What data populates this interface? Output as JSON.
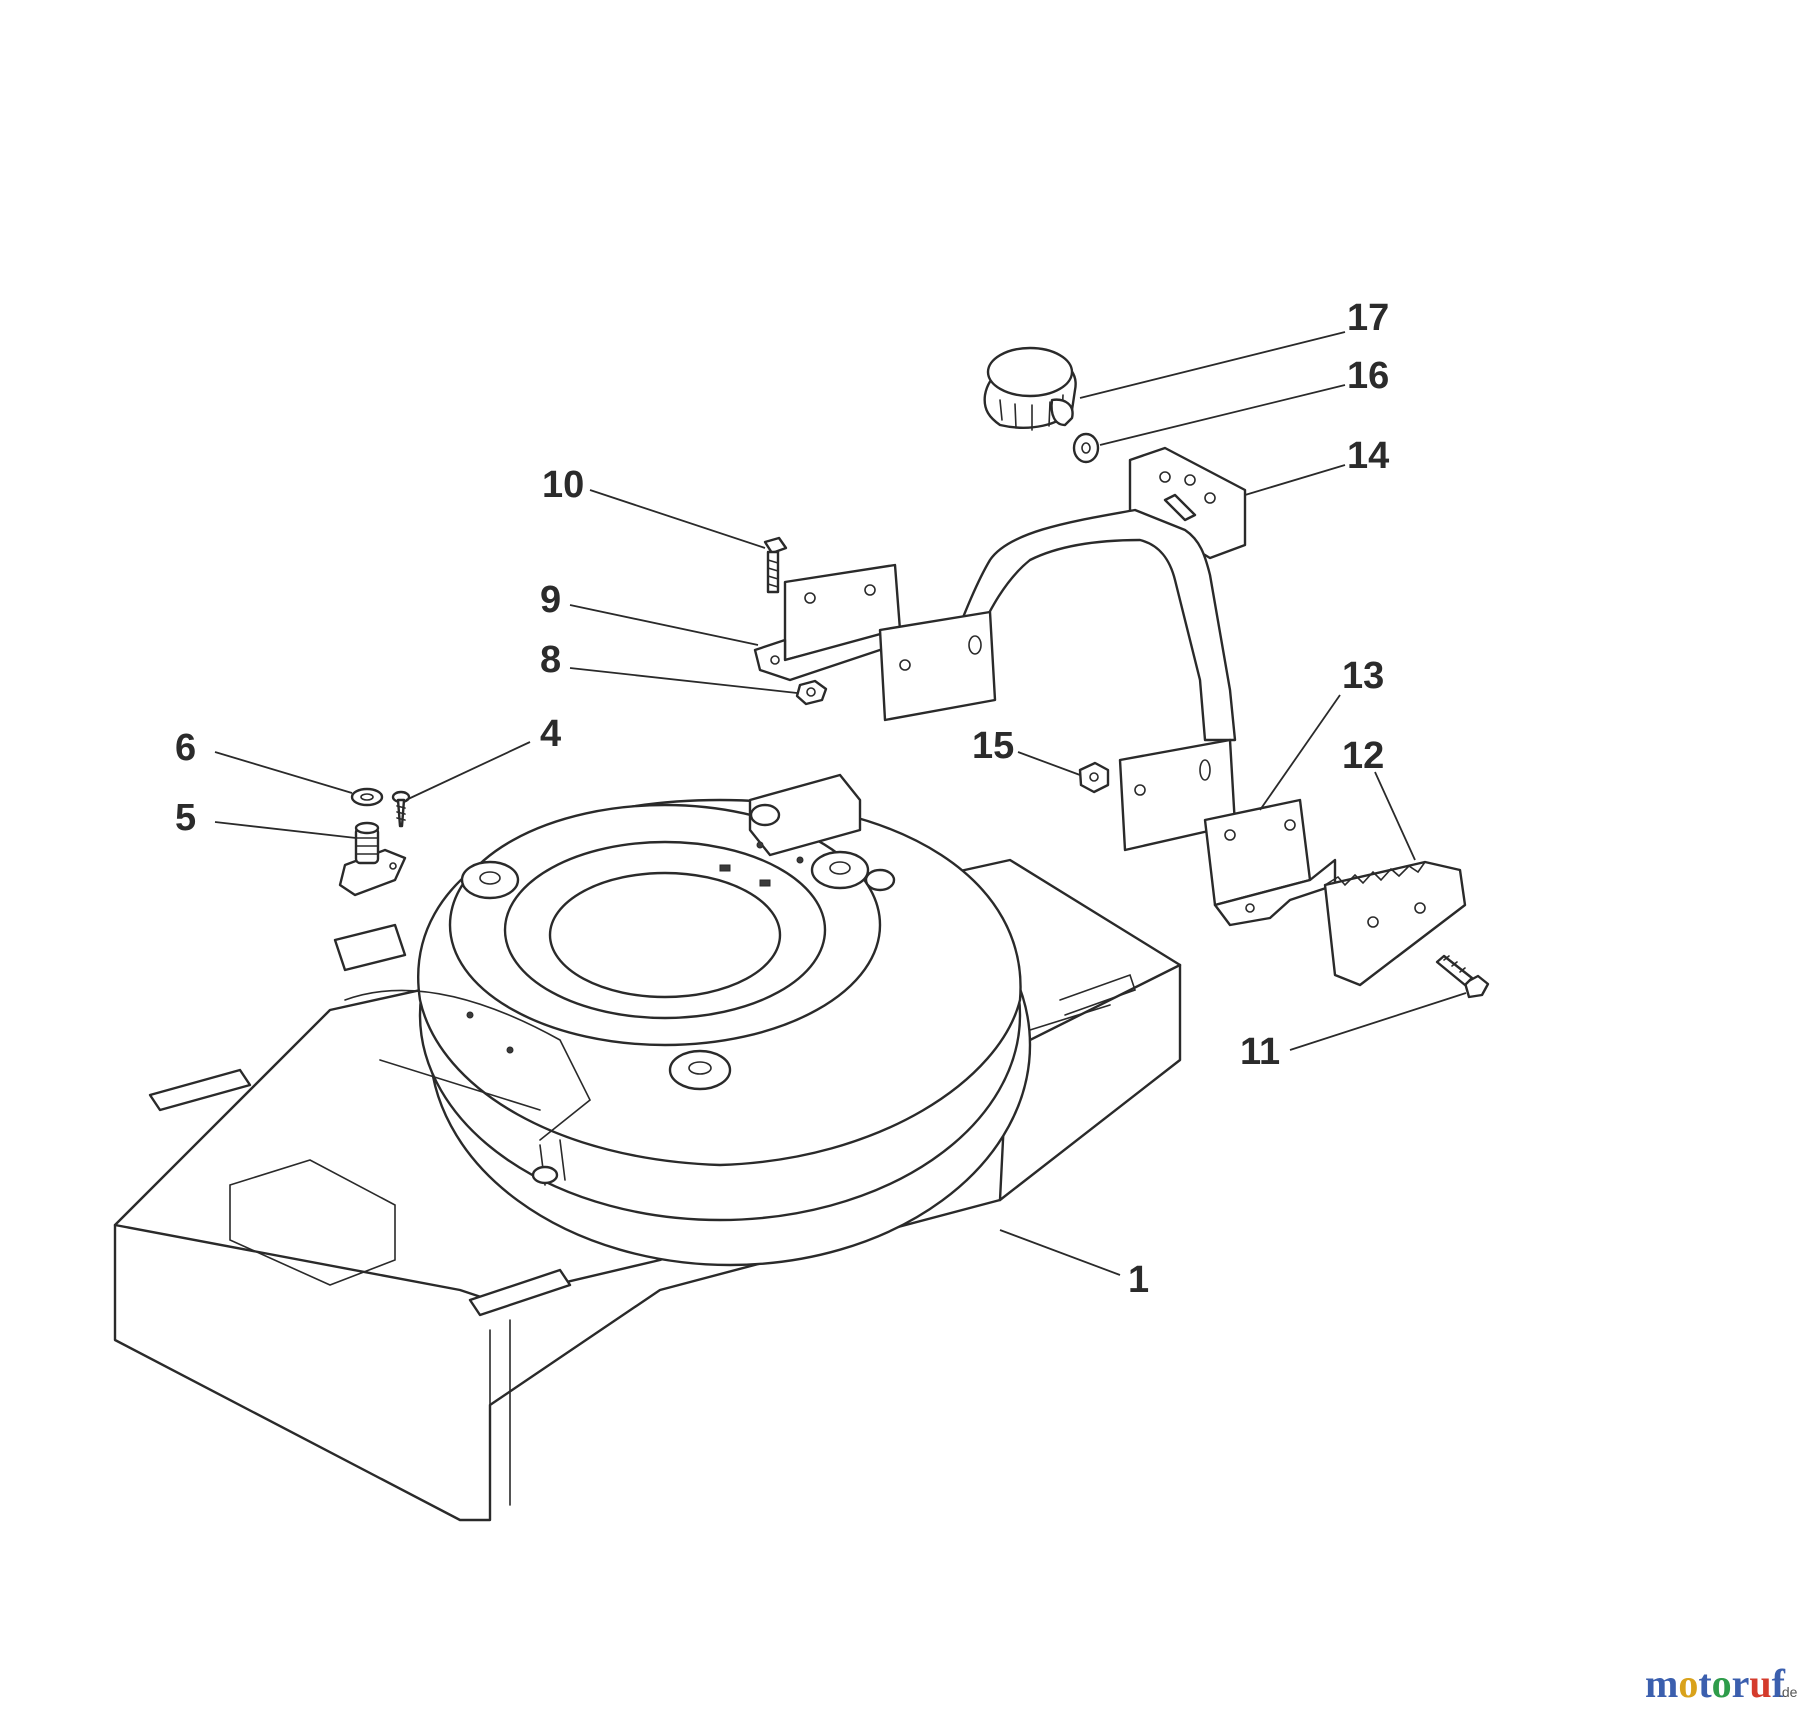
{
  "callouts": {
    "c1": "1",
    "c4": "4",
    "c5": "5",
    "c6": "6",
    "c8": "8",
    "c9": "9",
    "c10": "10",
    "c11": "11",
    "c12": "12",
    "c13": "13",
    "c14": "14",
    "c15": "15",
    "c16": "16",
    "c17": "17"
  },
  "watermark": {
    "m": "m",
    "o1": "o",
    "t": "t",
    "o2": "o",
    "r": "r",
    "u": "u",
    "f": "f",
    "tld": ".de"
  },
  "colors": {
    "line": "#2a2a2a",
    "wm_m": "#3b5fae",
    "wm_o1": "#d9a21b",
    "wm_t": "#3b5fae",
    "wm_o2": "#2e9c4a",
    "wm_r": "#3b5fae",
    "wm_u": "#d43b2c",
    "wm_f": "#3b5fae"
  }
}
